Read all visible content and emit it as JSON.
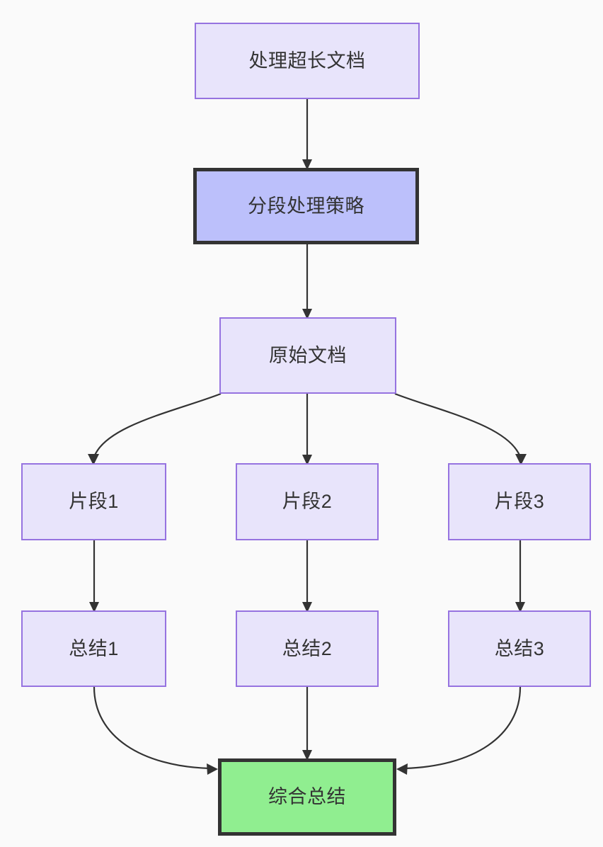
{
  "diagram": {
    "type": "flowchart",
    "direction": "top-to-bottom",
    "background_color": "#fafafa",
    "nodes": {
      "root": {
        "label": "处理超长文档",
        "fill": "#e8e4fb",
        "border": "#9673e0"
      },
      "strategy": {
        "label": "分段处理策略",
        "fill": "#bcc0fb",
        "border": "#333333"
      },
      "source": {
        "label": "原始文档",
        "fill": "#e8e4fb",
        "border": "#9673e0"
      },
      "chunk1": {
        "label": "片段1",
        "fill": "#e8e4fb",
        "border": "#9673e0"
      },
      "chunk2": {
        "label": "片段2",
        "fill": "#e8e4fb",
        "border": "#9673e0"
      },
      "chunk3": {
        "label": "片段3",
        "fill": "#e8e4fb",
        "border": "#9673e0"
      },
      "summary1": {
        "label": "总结1",
        "fill": "#e8e4fb",
        "border": "#9673e0"
      },
      "summary2": {
        "label": "总结2",
        "fill": "#e8e4fb",
        "border": "#9673e0"
      },
      "summary3": {
        "label": "总结3",
        "fill": "#e8e4fb",
        "border": "#9673e0"
      },
      "final": {
        "label": "综合总结",
        "fill": "#90ee90",
        "border": "#333333"
      }
    },
    "edges": [
      {
        "from": "root",
        "to": "strategy",
        "style": "straight"
      },
      {
        "from": "strategy",
        "to": "source",
        "style": "straight"
      },
      {
        "from": "source",
        "to": "chunk1",
        "style": "curved"
      },
      {
        "from": "source",
        "to": "chunk2",
        "style": "straight"
      },
      {
        "from": "source",
        "to": "chunk3",
        "style": "curved"
      },
      {
        "from": "chunk1",
        "to": "summary1",
        "style": "straight"
      },
      {
        "from": "chunk2",
        "to": "summary2",
        "style": "straight"
      },
      {
        "from": "chunk3",
        "to": "summary3",
        "style": "straight"
      },
      {
        "from": "summary1",
        "to": "final",
        "style": "curved"
      },
      {
        "from": "summary2",
        "to": "final",
        "style": "straight"
      },
      {
        "from": "summary3",
        "to": "final",
        "style": "curved"
      }
    ]
  }
}
